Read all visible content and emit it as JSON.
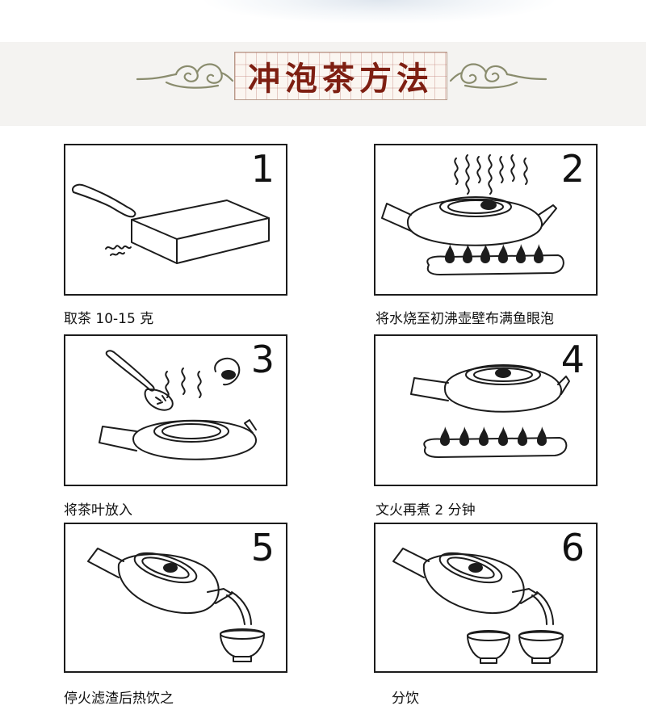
{
  "header": {
    "title": "冲泡茶方法"
  },
  "steps": [
    {
      "number": "1",
      "caption": "取茶 10-15 克"
    },
    {
      "number": "2",
      "caption": "将水烧至初沸壶壁布满鱼眼泡"
    },
    {
      "number": "3",
      "caption": "将茶叶放入"
    },
    {
      "number": "4",
      "caption": "文火再煮 2 分钟"
    },
    {
      "number": "5",
      "caption": "停火滤渣后热饮之"
    },
    {
      "number": "6",
      "caption": "分饮"
    }
  ],
  "colors": {
    "title": "#7e1f12",
    "grid": "#be786e",
    "band": "#f4f3f1",
    "line": "#1c1c1c"
  }
}
